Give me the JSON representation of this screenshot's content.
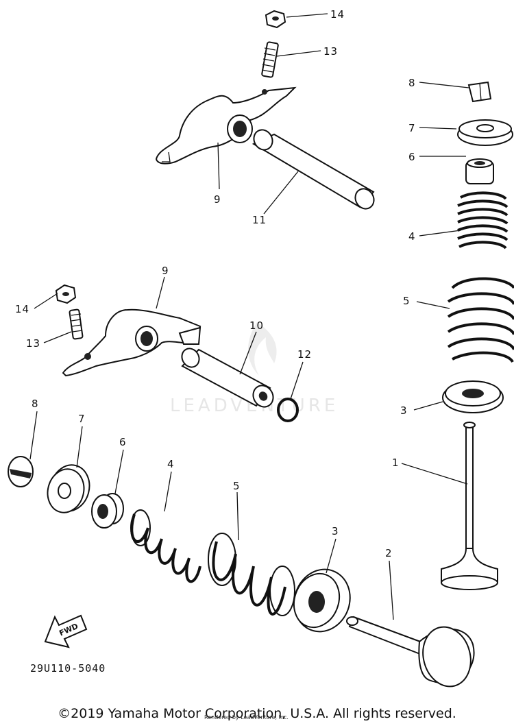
{
  "diagram": {
    "callouts": {
      "c14_top": "14",
      "c13_top": "13",
      "c9_top": "9",
      "c11": "11",
      "c8_right": "8",
      "c7_right": "7",
      "c6_right": "6",
      "c4_right": "4",
      "c5_right": "5",
      "c3_right": "3",
      "c1": "1",
      "c9_mid": "9",
      "c14_mid": "14",
      "c13_mid": "13",
      "c10": "10",
      "c12": "12",
      "c8_low": "8",
      "c7_low": "7",
      "c6_low": "6",
      "c4_low": "4",
      "c5_low": "5",
      "c3_low": "3",
      "c2": "2"
    },
    "fwd_label": "FWD",
    "diagram_code": "29U110-5040",
    "watermark": "LEADVENTURE",
    "copyright": "©2019 Yamaha Motor Corporation, U.S.A. All rights reserved.",
    "renderer_credit": "Rendered by LeadVenture, Inc."
  }
}
